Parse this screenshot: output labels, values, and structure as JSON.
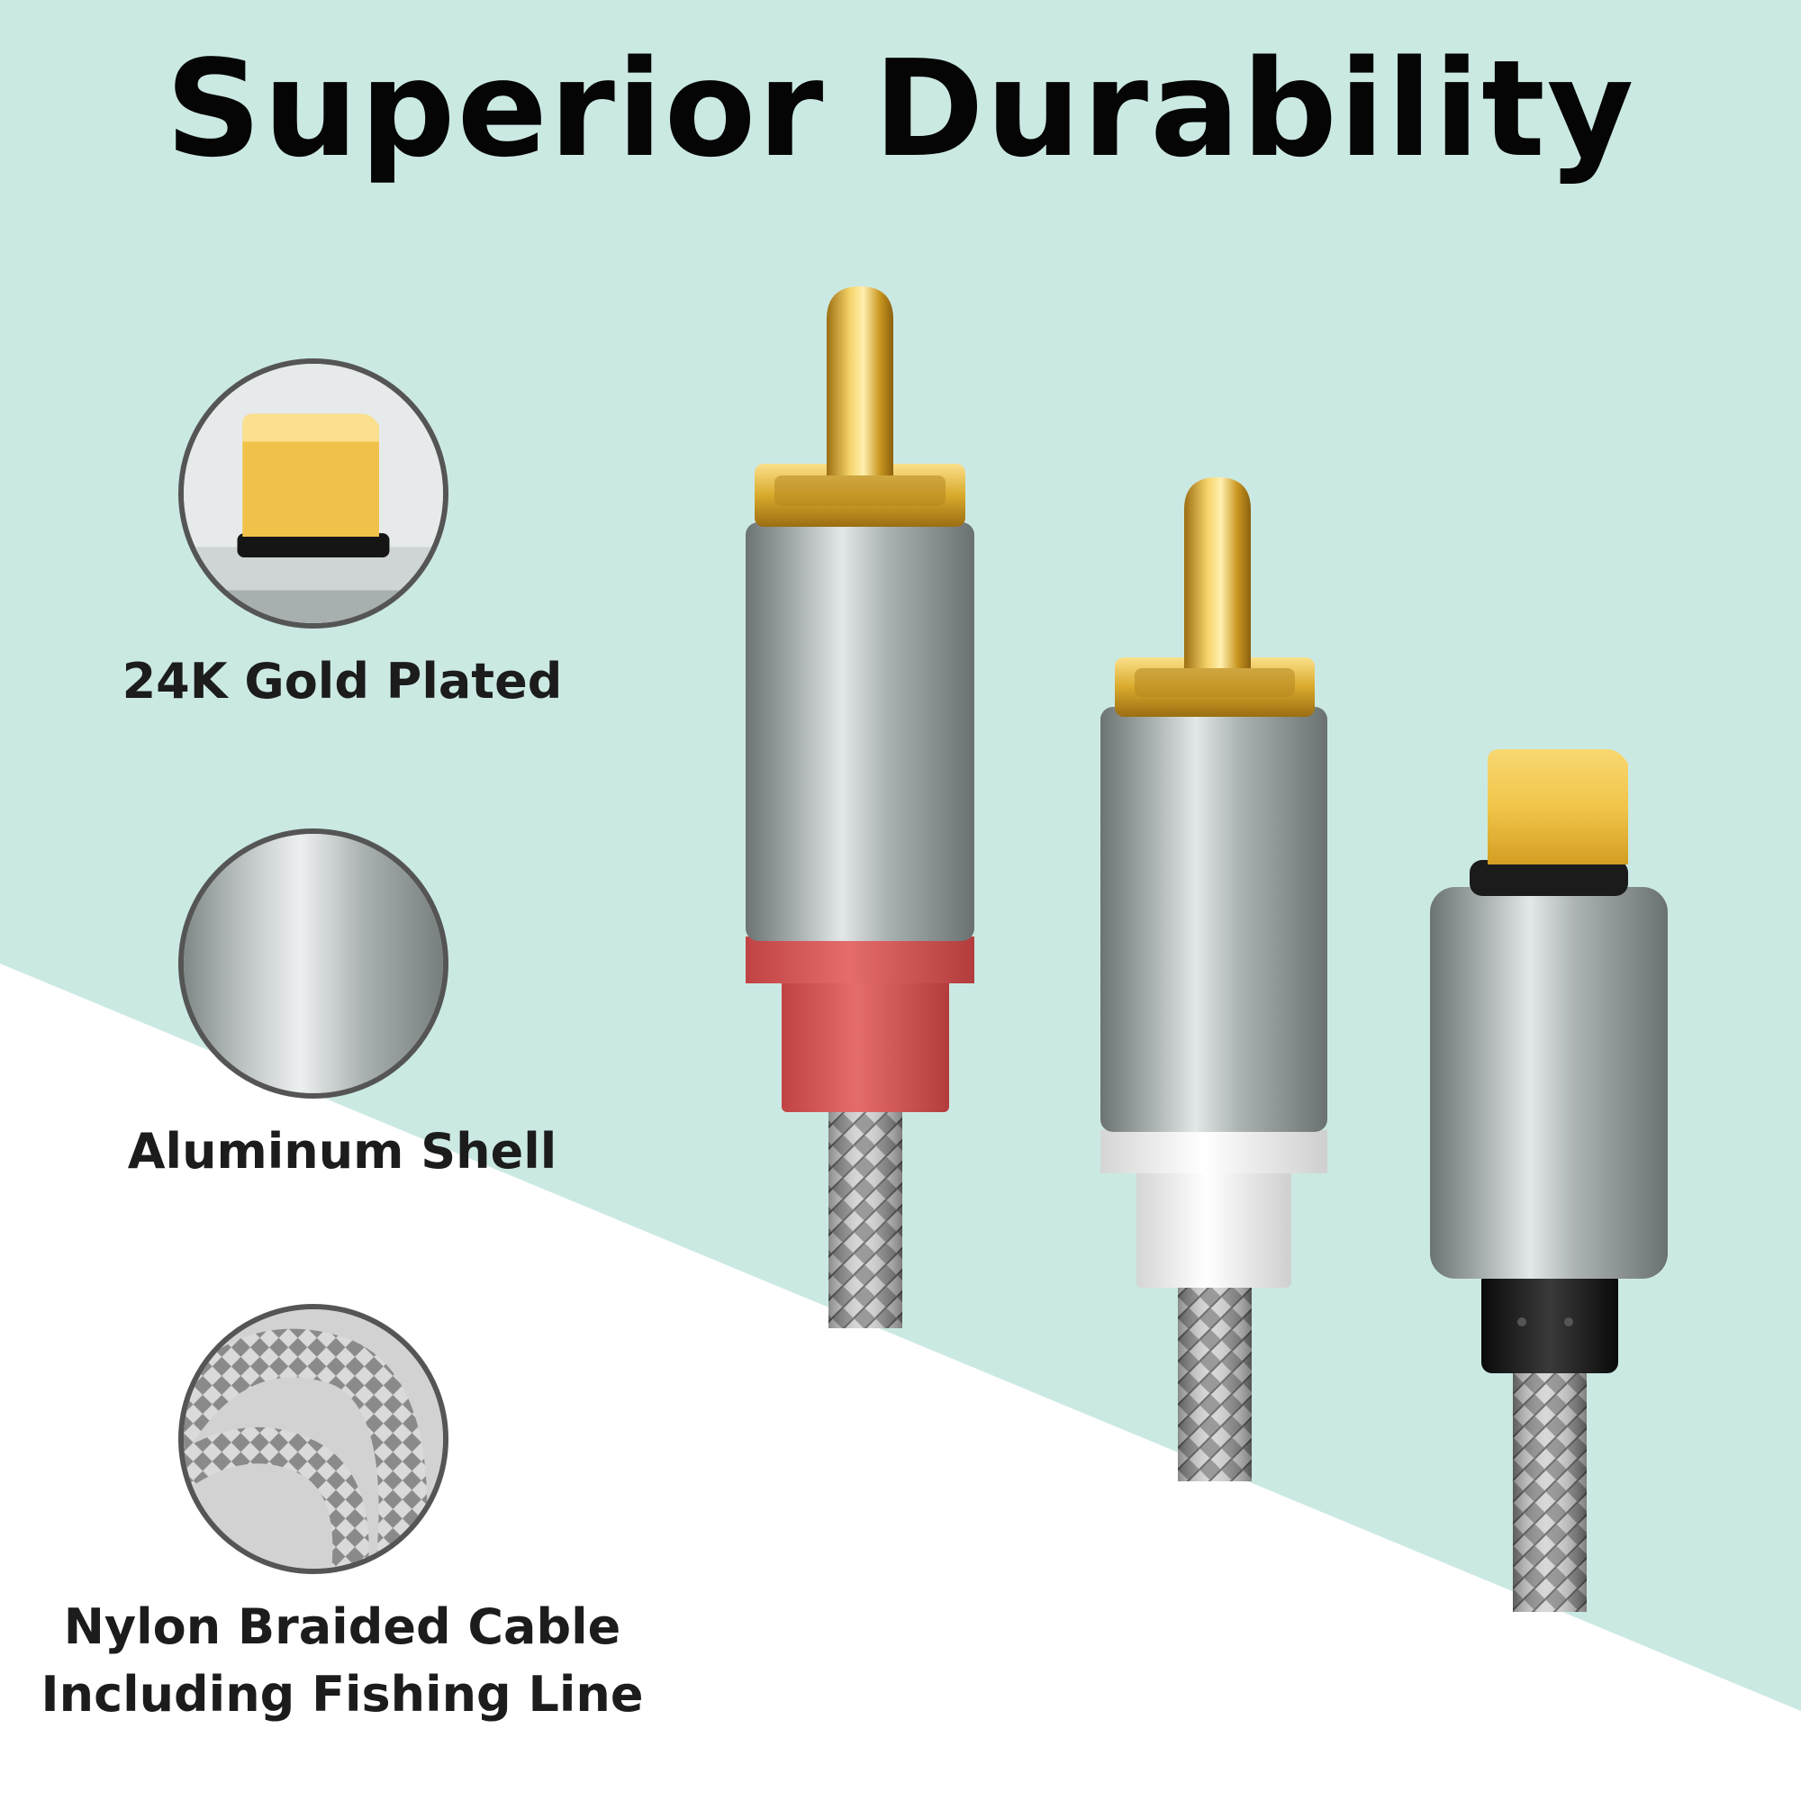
{
  "title": "Superior Durability",
  "colors": {
    "mint": "#cbe9e3",
    "white": "#ffffff",
    "gold": "#d8ad2a",
    "aluminum": "#9ea6a6",
    "red_sleeve": "#d65858",
    "white_sleeve": "#f1f1f1",
    "braid": "#9a9a9a"
  },
  "features": [
    {
      "icon": "gold-connector-icon",
      "label": "24K Gold Plated"
    },
    {
      "icon": "aluminum-shell-icon",
      "label": "Aluminum Shell"
    },
    {
      "icon": "braided-cable-icon",
      "label": "Nylon Braided Cable\nIncluding Fishing Line"
    }
  ]
}
